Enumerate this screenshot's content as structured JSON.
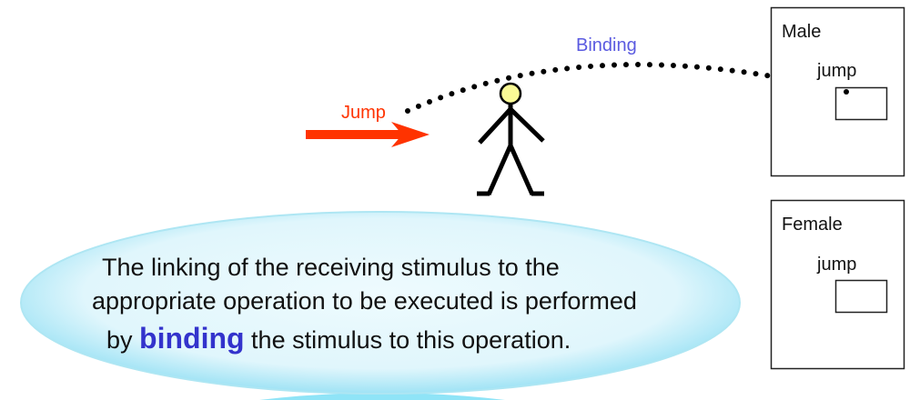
{
  "stimulus": {
    "label": "Jump",
    "color": "#ff3300"
  },
  "binding": {
    "label": "Binding",
    "color": "#5a5ae0"
  },
  "classes": [
    {
      "name": "Male",
      "operation": "jump"
    },
    {
      "name": "Female",
      "operation": "jump"
    }
  ],
  "caption": {
    "line1": "The linking of the receiving stimulus to the",
    "line2": "appropriate operation to be executed is performed",
    "line3_pre": "by ",
    "line3_emph": "binding",
    "line3_post": " the stimulus to this operation.",
    "emph_color": "#3333cc"
  }
}
